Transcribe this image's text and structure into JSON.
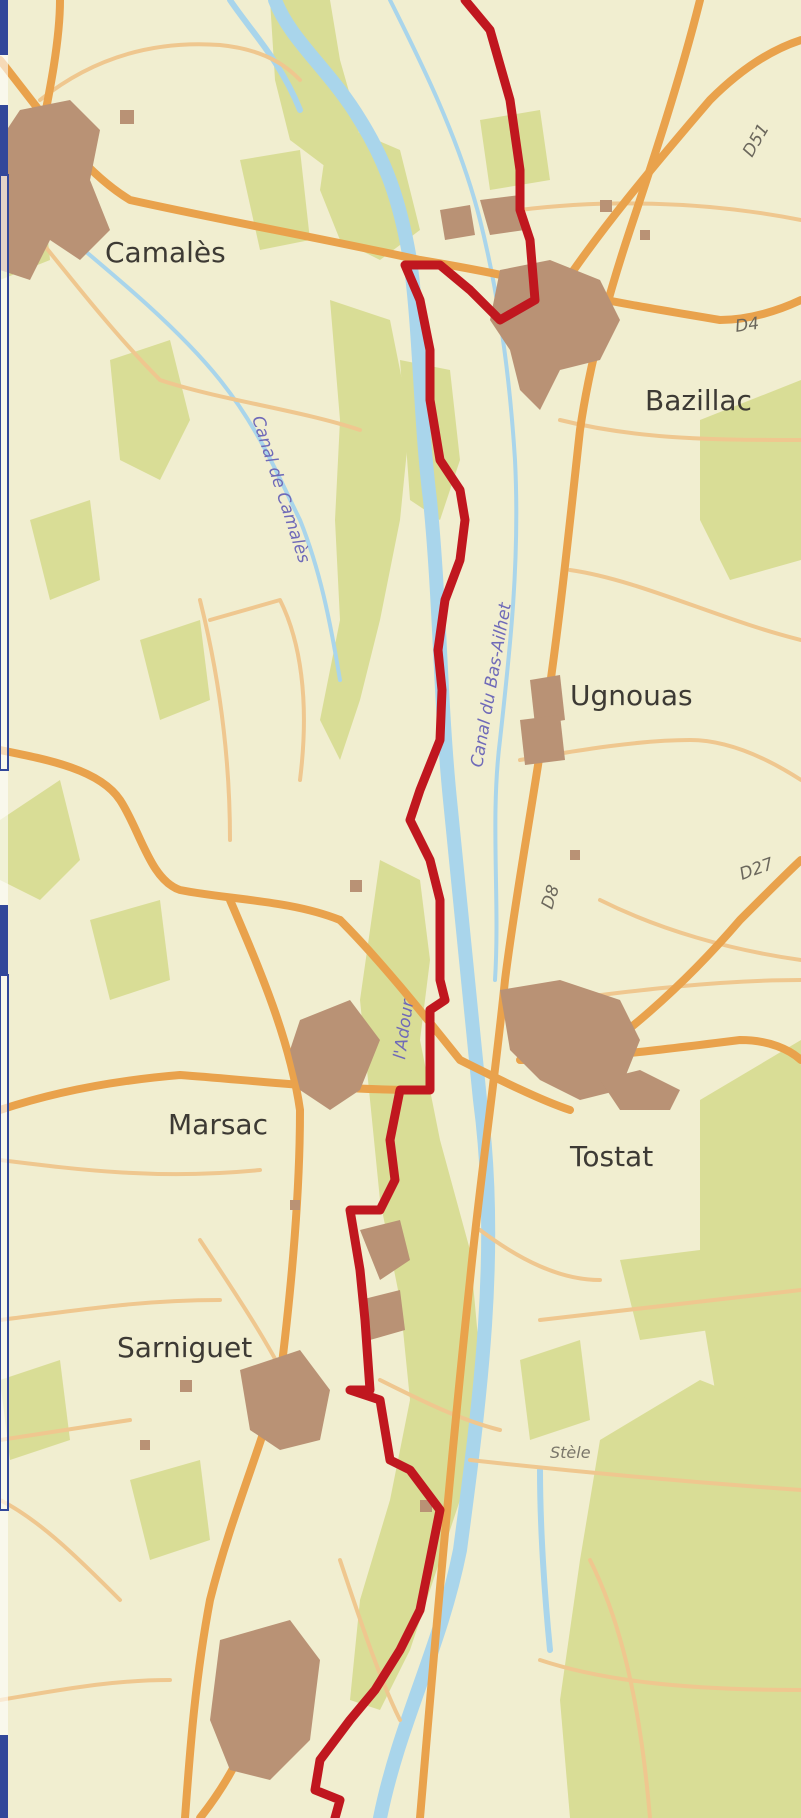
{
  "map": {
    "colors": {
      "background": "#f1eed0",
      "vegetation": "#d9dd96",
      "settlement": "#b99275",
      "water": "#a9d5eb",
      "road_primary": "#e9a24c",
      "road_secondary": "#efc78f",
      "route": "#c0171f",
      "sidebar_blue": "#32479a"
    },
    "towns": [
      {
        "id": "camales",
        "label": "Camalès"
      },
      {
        "id": "bazillac",
        "label": "Bazillac"
      },
      {
        "id": "ugnouas",
        "label": "Ugnouas"
      },
      {
        "id": "marsac",
        "label": "Marsac"
      },
      {
        "id": "tostat",
        "label": "Tostat"
      },
      {
        "id": "sarniguet",
        "label": "Sarniguet"
      }
    ],
    "waterways": [
      {
        "id": "canal-camales",
        "label": "Canal de Camalès"
      },
      {
        "id": "canal-bas-ailhet",
        "label": "Canal du Bas-Ailhet"
      },
      {
        "id": "adour",
        "label": "l'Adour"
      }
    ],
    "roads": [
      {
        "id": "d51",
        "label": "D51"
      },
      {
        "id": "d4",
        "label": "D4"
      },
      {
        "id": "d27",
        "label": "D27"
      },
      {
        "id": "d8",
        "label": "D8"
      }
    ],
    "pois": [
      {
        "id": "stele",
        "label": "Stèle"
      }
    ]
  }
}
